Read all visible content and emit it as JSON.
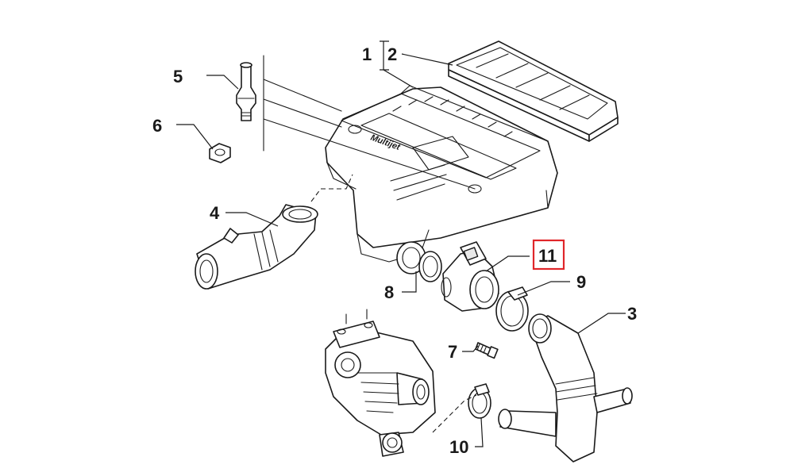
{
  "cover_logo_text": "Multijet",
  "highlight_color": "#e0262a",
  "line_color": "#1a1a1a",
  "callouts": {
    "c1": "1",
    "c2": "2",
    "c3": "3",
    "c4": "4",
    "c5": "5",
    "c6": "6",
    "c7": "7",
    "c8": "8",
    "c9": "9",
    "c10": "10",
    "c11": "11"
  },
  "highlighted_callout": "11"
}
